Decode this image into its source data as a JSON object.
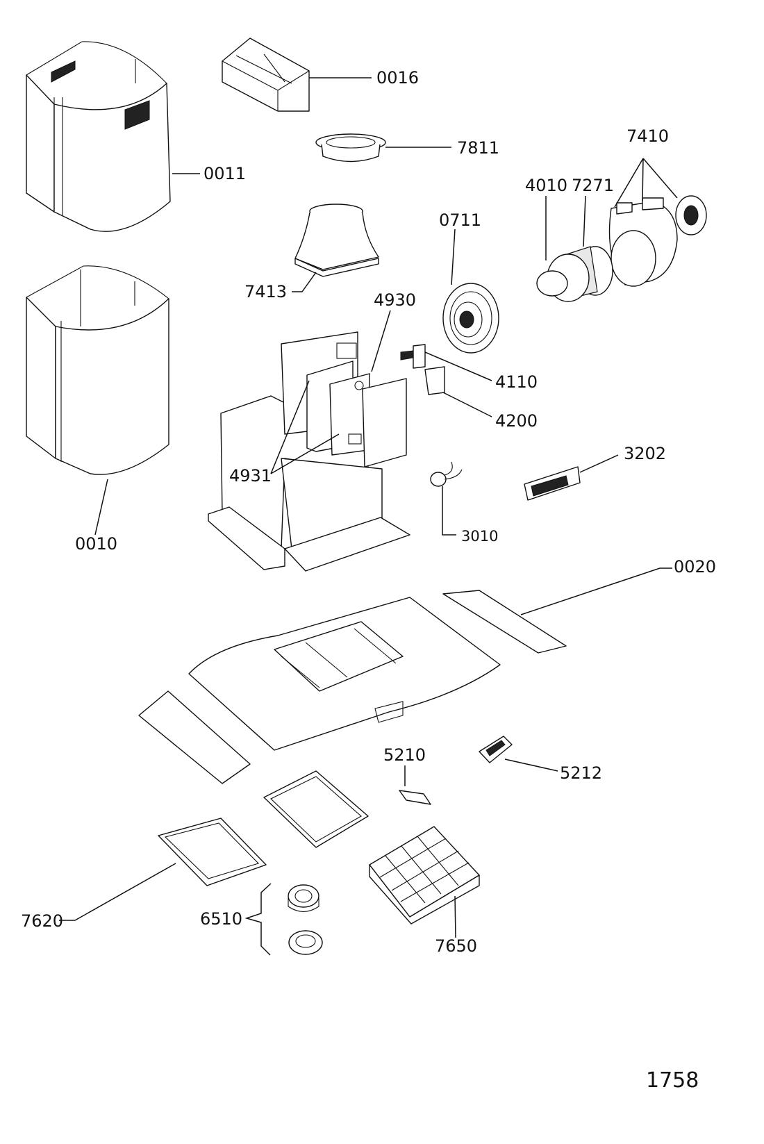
{
  "parts": [
    {
      "id": "p0010",
      "label": "0010"
    },
    {
      "id": "p0011",
      "label": "0011"
    },
    {
      "id": "p0016",
      "label": "0016"
    },
    {
      "id": "p0020",
      "label": "0020"
    },
    {
      "id": "p0711",
      "label": "0711"
    },
    {
      "id": "p3010",
      "label": "3010"
    },
    {
      "id": "p3202",
      "label": "3202"
    },
    {
      "id": "p4010",
      "label": "4010"
    },
    {
      "id": "p4110",
      "label": "4110"
    },
    {
      "id": "p4200",
      "label": "4200"
    },
    {
      "id": "p4930",
      "label": "4930"
    },
    {
      "id": "p4931",
      "label": "4931"
    },
    {
      "id": "p5210",
      "label": "5210"
    },
    {
      "id": "p5212",
      "label": "5212"
    },
    {
      "id": "p6510",
      "label": "6510"
    },
    {
      "id": "p7271",
      "label": "7271"
    },
    {
      "id": "p7410",
      "label": "7410"
    },
    {
      "id": "p7413",
      "label": "7413"
    },
    {
      "id": "p7620",
      "label": "7620"
    },
    {
      "id": "p7650",
      "label": "7650"
    },
    {
      "id": "p7811",
      "label": "7811"
    }
  ],
  "page_number": "1758"
}
